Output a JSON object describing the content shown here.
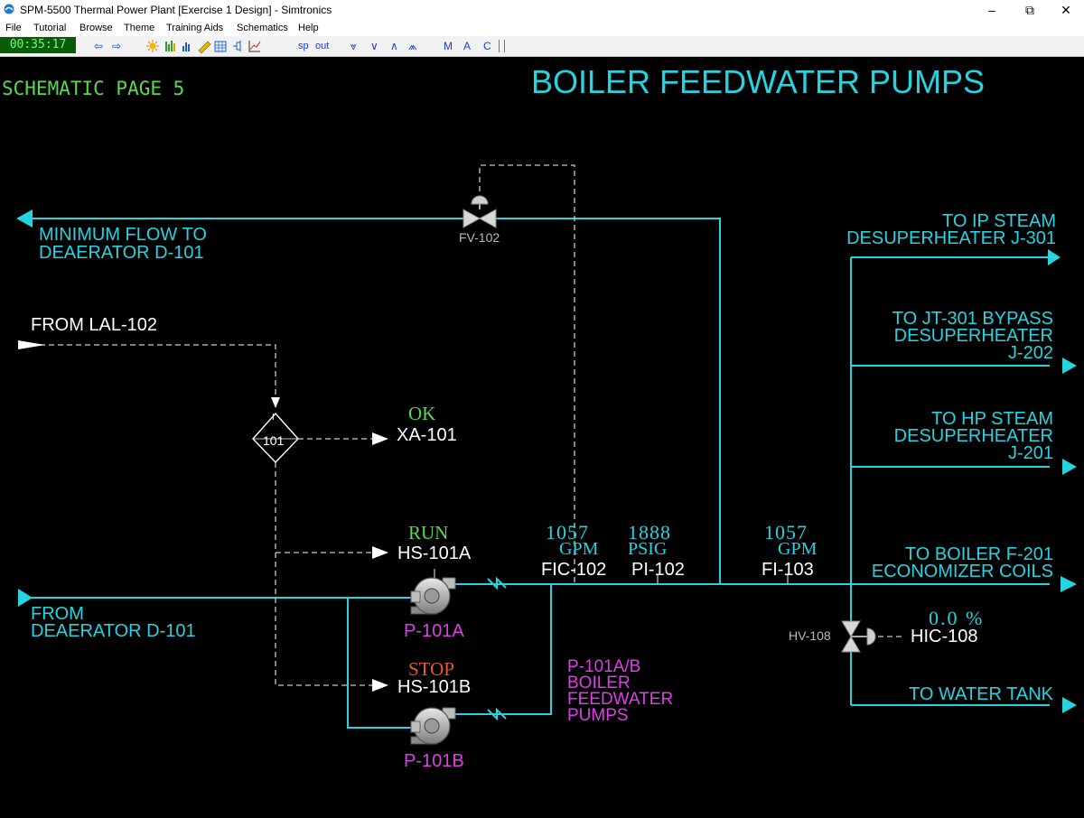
{
  "window": {
    "title": "SPM-5500 Thermal Power Plant [Exercise 1 Design] - Simtronics",
    "minimize": "–",
    "maximize": "⧉",
    "close": "✕"
  },
  "menu": [
    "File",
    "Tutorial",
    "Browse",
    "Theme",
    "Training Aids",
    "Schematics",
    "Help"
  ],
  "toolbar": {
    "clock": "00:35:17",
    "sp": "sp",
    "out": "out",
    "m": "M",
    "a": "A",
    "c": "C",
    "arrow_left": "⇦",
    "arrow_right": "⇨",
    "down2": "⩔",
    "down1": "∨",
    "up1": "∧",
    "up2": "⩕"
  },
  "page": {
    "label": "SCHEMATIC PAGE 5",
    "title": "BOILER FEEDWATER PUMPS"
  },
  "streams": {
    "min_flow": [
      "MINIMUM FLOW TO",
      "DEAERATOR D-101"
    ],
    "from_lal": "FROM LAL-102",
    "from_deaerator": [
      "FROM",
      "DEAERATOR D-101"
    ],
    "to_ip": [
      "TO IP STEAM",
      "DESUPERHEATER J-301"
    ],
    "to_jt": [
      "TO JT-301 BYPASS",
      "DESUPERHEATER",
      "J-202"
    ],
    "to_hp": [
      "TO HP STEAM",
      "DESUPERHEATER",
      "J-201"
    ],
    "to_boiler": [
      "TO BOILER F-201",
      "ECONOMIZER COILS"
    ],
    "to_water_tank": "TO WATER TANK"
  },
  "interlock": {
    "tag": "I",
    "number": "101",
    "status": "OK",
    "alarm": "XA-101"
  },
  "pumps": {
    "a": {
      "status": "RUN",
      "switch": "HS-101A",
      "tag": "P-101A"
    },
    "b": {
      "status": "STOP",
      "switch": "HS-101B",
      "tag": "P-101B"
    },
    "group_label": [
      "P-101A/B",
      "BOILER",
      "FEEDWATER",
      "PUMPS"
    ]
  },
  "instruments": {
    "fic102": {
      "value": "1057",
      "unit": "GPM",
      "tag": "FIC-102"
    },
    "pi102": {
      "value": "1888",
      "unit": "PSIG",
      "tag": "PI-102"
    },
    "fi103": {
      "value": "1057",
      "unit": "GPM",
      "tag": "FI-103"
    },
    "hic108": {
      "value": "0.0 %",
      "tag": "HIC-108"
    }
  },
  "valves": {
    "fv102": "FV-102",
    "hv108": "HV-108"
  },
  "colors": {
    "process": "#26d3e0",
    "signal": "#bdbdbd",
    "status_ok": "#5bd84f",
    "status_stop": "#e25a3b",
    "equipment": "#e13de6"
  }
}
